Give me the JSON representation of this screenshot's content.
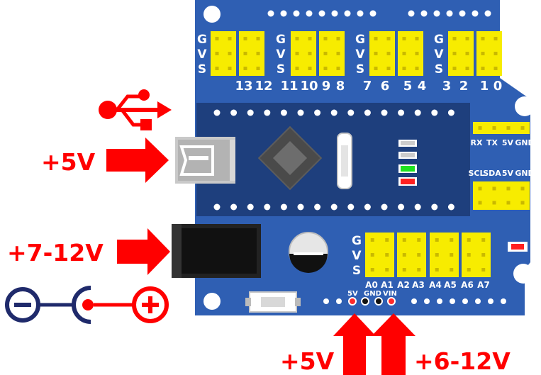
{
  "colors": {
    "board": "#2f5fb3",
    "board_edge": "#254f98",
    "nano": "#1e3f7d",
    "header_yellow": "#f7ec00",
    "arrow_red": "#ff0000",
    "silk_white": "#ffffff",
    "symbol_navy": "#1f2a6b"
  },
  "icons": [
    "usb-icon",
    "polarity-symbol"
  ],
  "labels": {
    "power_5v_usb": "+5V",
    "power_7_12v": "+7-12V",
    "power_5v_pin": "+5V",
    "power_6_12v": "+6-12V"
  },
  "gvs": [
    "G",
    "V",
    "S"
  ],
  "digital_pins": [
    "13",
    "12",
    "11",
    "10",
    "9",
    "8",
    "7",
    "6",
    "5",
    "4",
    "3",
    "2",
    "1",
    "0"
  ],
  "analog_pins": [
    "A0",
    "A1",
    "A2",
    "A3",
    "A4",
    "A5",
    "A6",
    "A7"
  ],
  "power_pins": [
    "5V",
    "GND",
    "VIN"
  ],
  "uart_pins": [
    "RX",
    "TX",
    "5V",
    "GND"
  ],
  "i2c_pins": [
    "SCL",
    "SDA",
    "5V",
    "GND"
  ]
}
